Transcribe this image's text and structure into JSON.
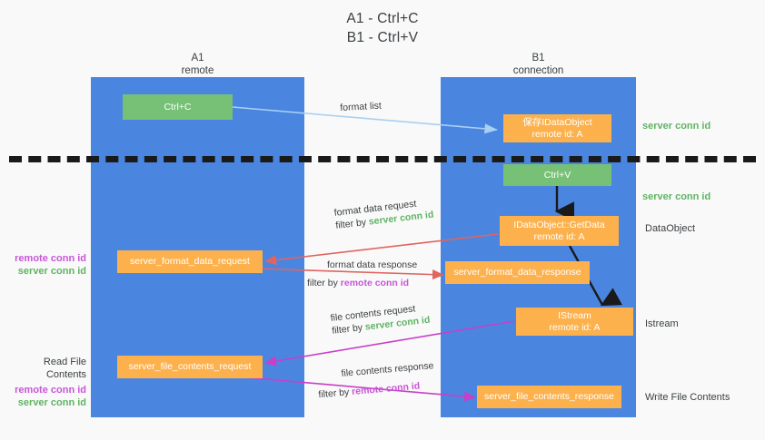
{
  "title": {
    "line1": "A1 - Ctrl+C",
    "line2": "B1 - Ctrl+V"
  },
  "colors": {
    "lane": "#4a86e0",
    "node_green": "#77c176",
    "node_orange": "#fcb14d",
    "key_server": "#5fb463",
    "key_remote": "#c855d8",
    "arrow_lightblue": "#a8d0f0",
    "arrow_red": "#e0645f",
    "arrow_magenta": "#c83fc8",
    "arrow_black": "#1a1a1a",
    "divider": "#1a1a1a",
    "background": "#f9f9f9"
  },
  "columns": [
    {
      "name": "A1",
      "role": "remote"
    },
    {
      "name": "B1",
      "role": "connection"
    }
  ],
  "nodes": {
    "ctrl_c": {
      "label": "Ctrl+C",
      "sub": ""
    },
    "save_idataobject": {
      "label": "保存IDataObject",
      "sub": "remote id: A"
    },
    "ctrl_v": {
      "label": "Ctrl+V",
      "sub": ""
    },
    "getdata": {
      "label": "IDataObject::GetData",
      "sub": "remote id: A"
    },
    "format_data_request": {
      "label": "server_format_data_request",
      "sub": ""
    },
    "format_data_response": {
      "label": "server_format_data_response",
      "sub": ""
    },
    "istream": {
      "label": "IStream",
      "sub": "remote id: A"
    },
    "file_contents_request": {
      "label": "server_file_contents_request",
      "sub": ""
    },
    "file_contents_response": {
      "label": "server_file_contents_response",
      "sub": ""
    }
  },
  "right_annotations": {
    "server_conn_id_top": "server conn id",
    "server_conn_id_mid": "server conn id",
    "dataobject": "DataObject",
    "istream": "Istream",
    "write_file_contents": "Write File Contents"
  },
  "left_annotations": {
    "format_remote": "remote conn id",
    "format_server": "server conn id",
    "read_file_contents": "Read File Contents",
    "file_remote": "remote conn id",
    "file_server": "server conn id"
  },
  "edge_labels": {
    "format_list": "format list",
    "format_data_request": "format data request",
    "format_data_request_filter_prefix": "filter by ",
    "format_data_request_filter_key": "server conn id",
    "format_data_response": "format data response",
    "format_data_response_filter_prefix": "filter by ",
    "format_data_response_filter_key": "remote conn id",
    "file_contents_request": "file contents request",
    "file_contents_request_filter_prefix": "filter by ",
    "file_contents_request_filter_key": "server conn id",
    "file_contents_response": "file contents response",
    "file_contents_response_filter_prefix": "filter by ",
    "file_contents_response_filter_key": "remote conn id"
  }
}
